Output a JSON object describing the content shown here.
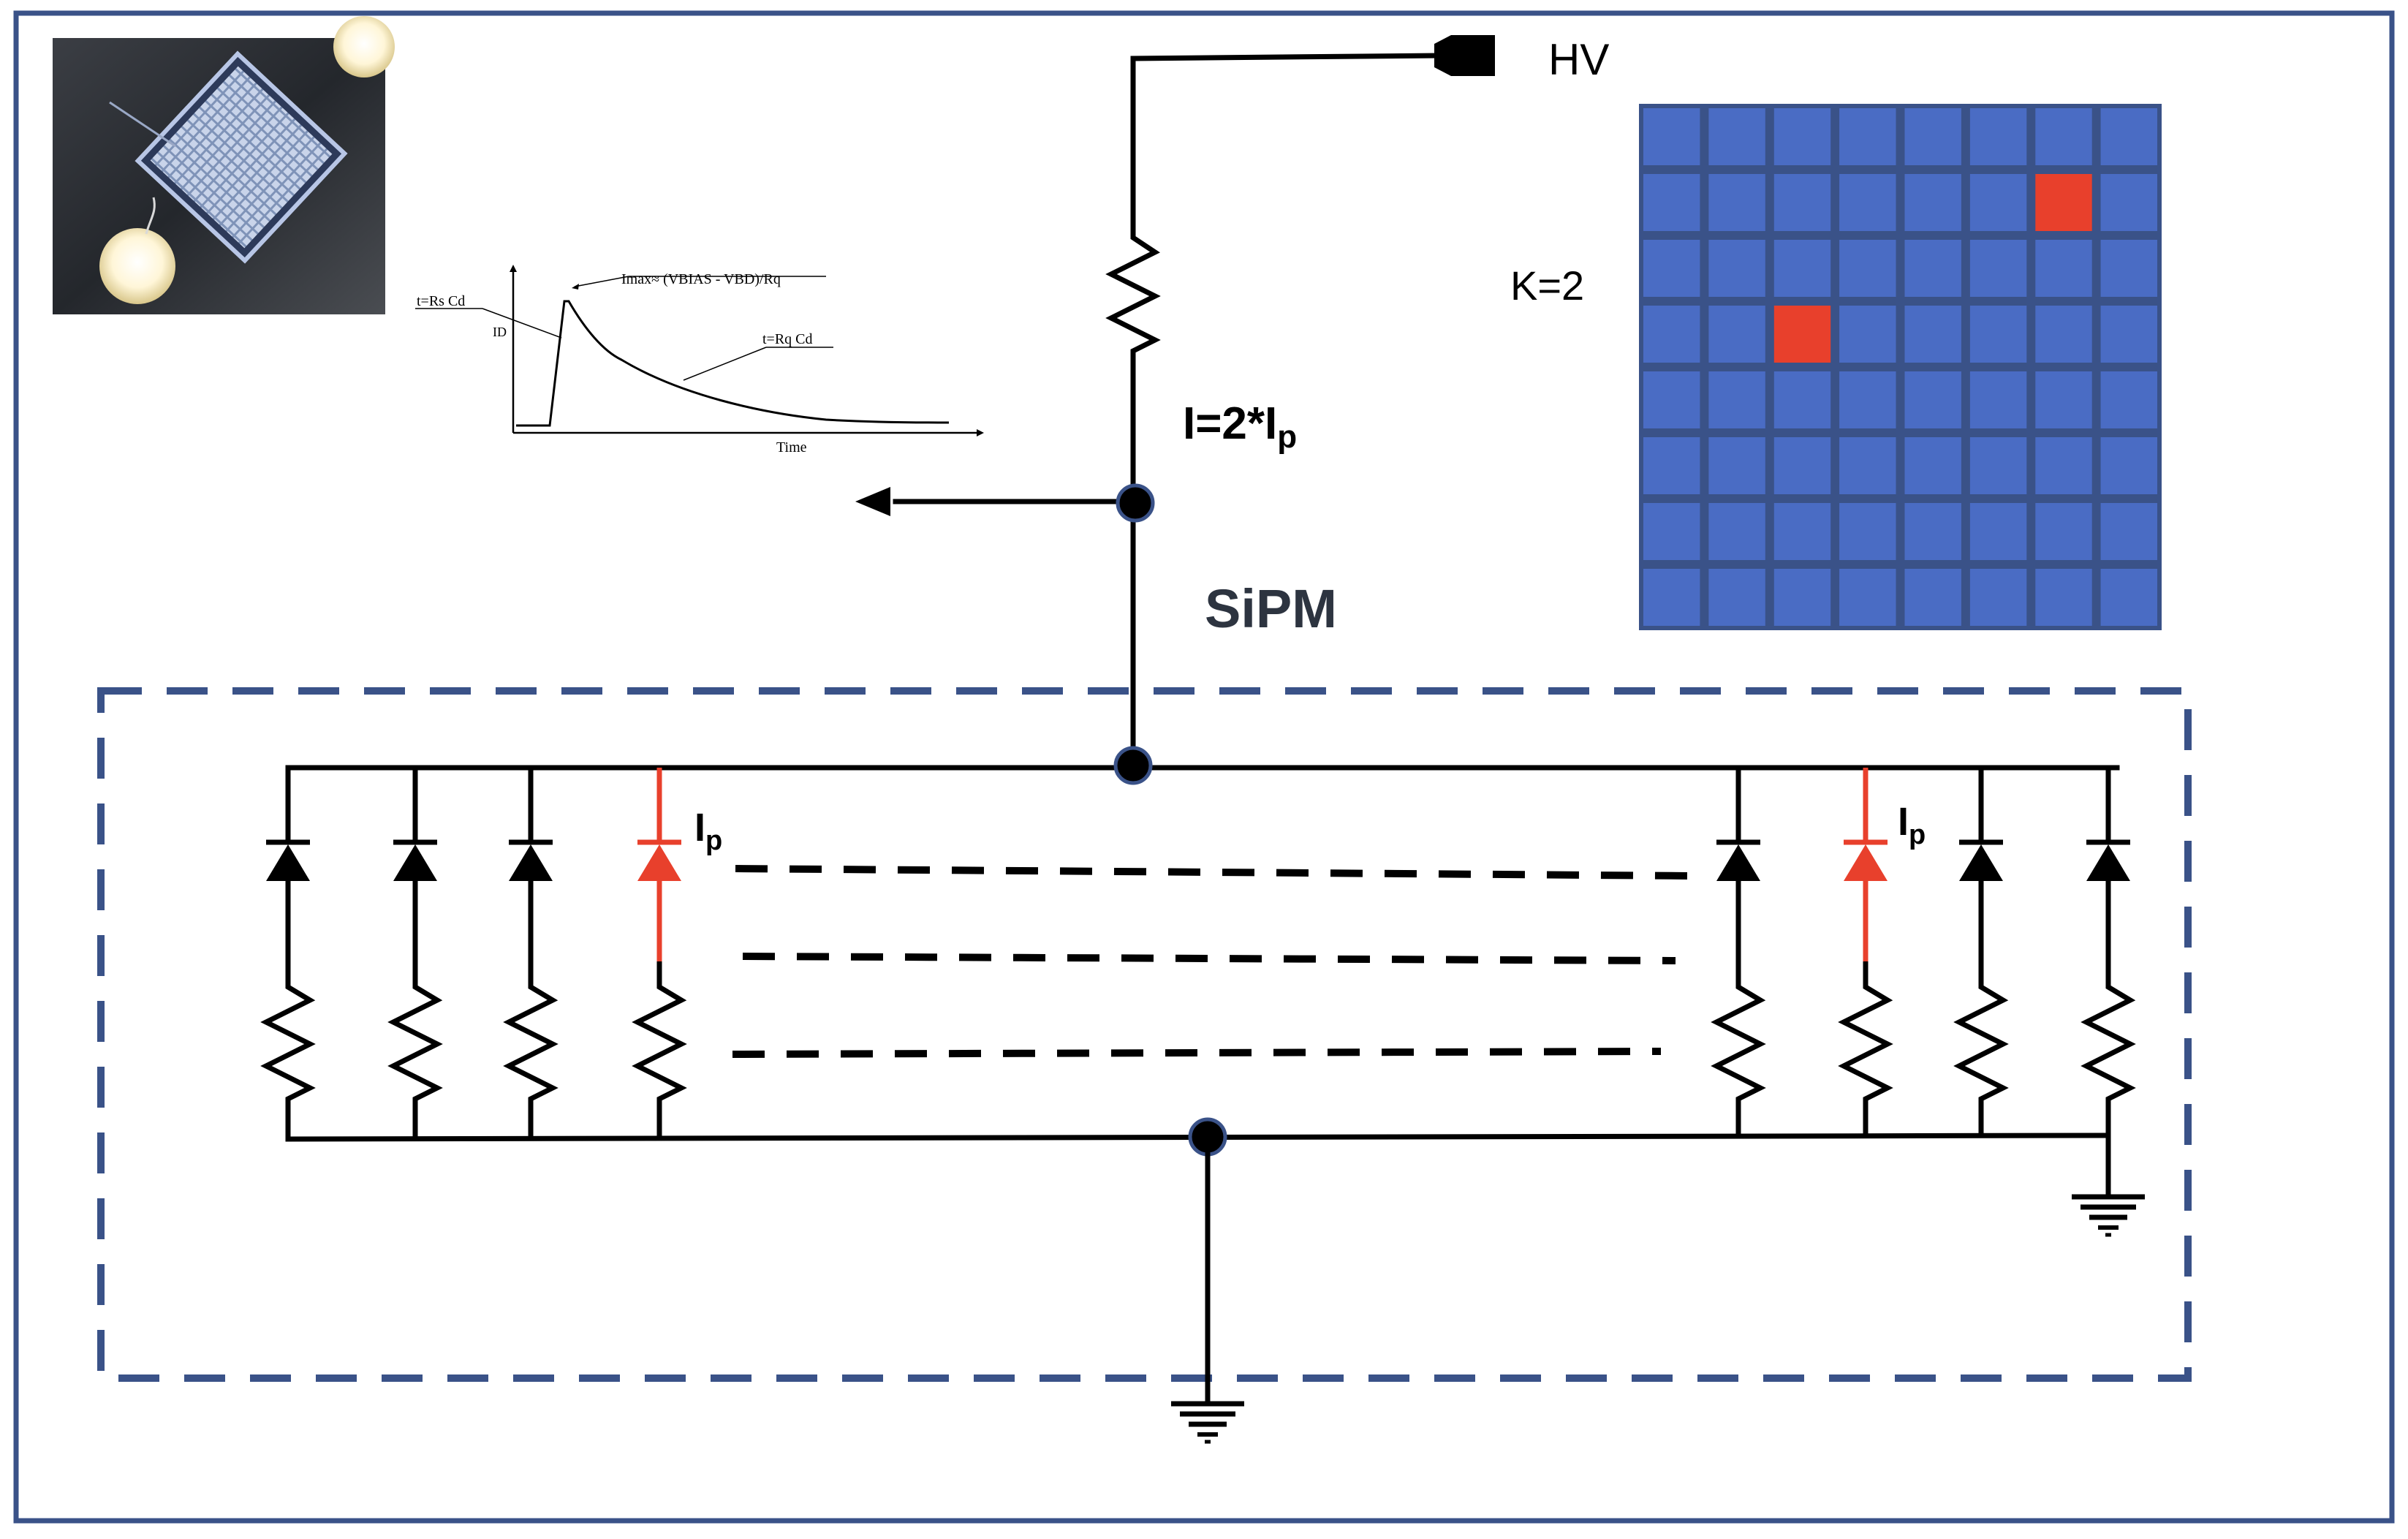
{
  "labels": {
    "hv": "HV",
    "current_total": "I=2*I",
    "current_total_sub": "p",
    "sipm": "SiPM",
    "k_label": "K=2",
    "ip_left": "I",
    "ip_left_sub": "p",
    "ip_right": "I",
    "ip_right_sub": "p"
  },
  "pulse_inset": {
    "imax_label": "Imax≈ (VBIAS - VBD)/Rq",
    "rise_label": "t=Rs Cd",
    "fall_label": "t=Rq Cd",
    "y_label": "ID",
    "x_label": "Time"
  },
  "pixel_grid": {
    "rows": 8,
    "cols": 8,
    "cell_color": "#4a6cc4",
    "border_color": "#3a5288",
    "fired_color": "#e8402c",
    "fired_cells": [
      [
        1,
        6
      ],
      [
        3,
        2
      ]
    ]
  },
  "colors": {
    "frame": "#3a5288",
    "wire": "#000000",
    "fired": "#e8402c",
    "text_dark": "#2d3440"
  }
}
